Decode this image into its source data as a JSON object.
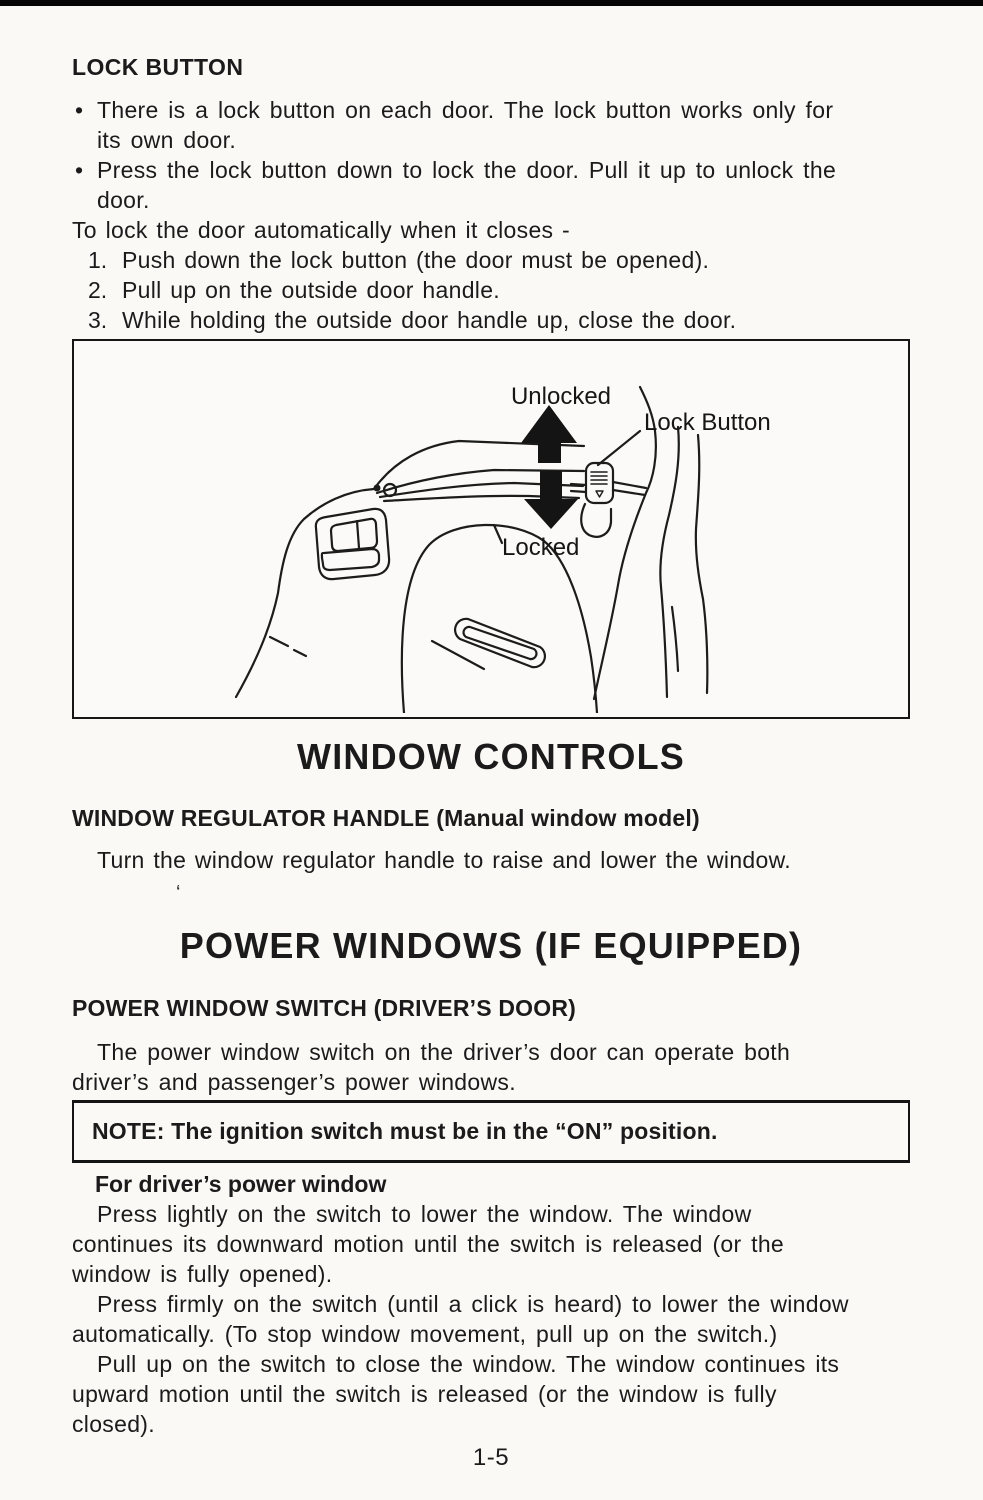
{
  "page": {
    "bg": "#faf9f6",
    "ink": "#1b1b1b",
    "page_number": "1-5",
    "artifact": "‘"
  },
  "lock": {
    "heading": "LOCK BUTTON",
    "bullets": [
      {
        "glyph": "•",
        "lines": [
          "There is a lock button on each door. The lock button works only for",
          "its own door."
        ]
      },
      {
        "glyph": "•",
        "lines": [
          "Press the lock button down to lock the door. Pull it up to unlock the",
          "door."
        ]
      }
    ],
    "intro": "To lock the door automatically when it closes -",
    "steps": [
      {
        "num": "1.",
        "text": "Push down the lock button (the door must be opened)."
      },
      {
        "num": "2.",
        "text": "Pull up on the outside door handle."
      },
      {
        "num": "3.",
        "text": "While holding the outside door handle up, close the door."
      }
    ]
  },
  "figure": {
    "labels": {
      "unlocked": "Unlocked",
      "lock_button": "Lock Button",
      "locked": "Locked"
    }
  },
  "window_controls": {
    "heading": "WINDOW CONTROLS",
    "subheading": "WINDOW REGULATOR HANDLE (Manual window model)",
    "body": "Turn the window regulator handle to raise and lower the window."
  },
  "power_windows": {
    "heading": "POWER WINDOWS (IF EQUIPPED)",
    "subheading": "POWER WINDOW SWITCH (DRIVER’S DOOR)",
    "body_lines": [
      "The power window switch on the driver’s door can operate both",
      "driver’s and passenger’s power windows."
    ],
    "note": "NOTE: The ignition switch must be in the “ON” position.",
    "driver_heading": "For driver’s power window",
    "paragraphs": [
      {
        "lines": [
          "Press lightly on the switch to lower the window. The window",
          "continues its downward motion until the switch is released (or the",
          "window is fully opened)."
        ]
      },
      {
        "lines": [
          "Press firmly on the switch (until a click is heard) to lower the window",
          "automatically. (To stop window movement, pull up on the switch.)"
        ]
      },
      {
        "lines": [
          "Pull up on the switch to close the window. The window continues its",
          "upward motion until the switch is released (or the window is fully",
          "closed)."
        ]
      }
    ]
  }
}
